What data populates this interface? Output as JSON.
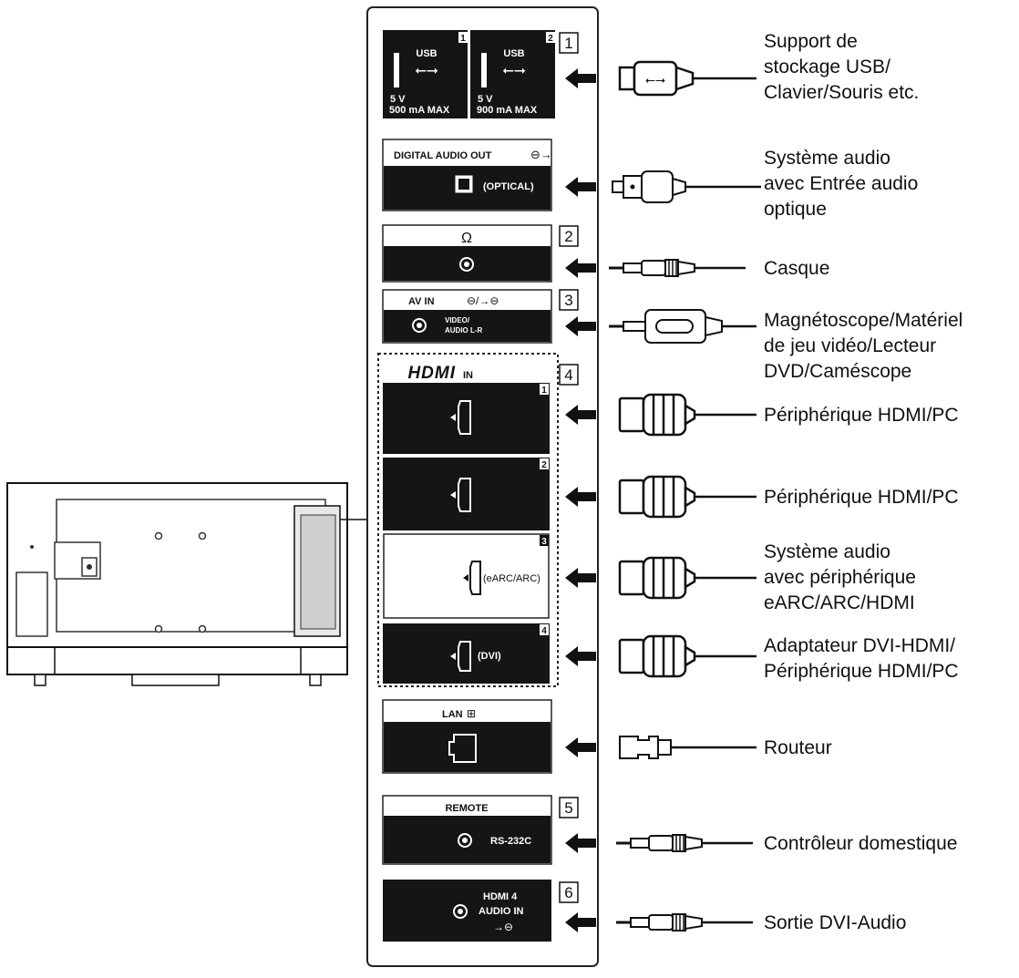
{
  "ports": {
    "usb1": {
      "label": "USB",
      "num": "1",
      "volt": "5 V",
      "amp": "500 mA MAX"
    },
    "usb2": {
      "label": "USB",
      "num": "2",
      "volt": "5 V",
      "amp": "900 mA MAX"
    },
    "digital_audio_out": {
      "label": "DIGITAL AUDIO OUT",
      "sub": "(OPTICAL)"
    },
    "av_in": {
      "label": "AV IN",
      "sub1": "VIDEO/",
      "sub2": "AUDIO L-R"
    },
    "hdmi": {
      "logo": "HDMI",
      "in": "IN",
      "p1": "1",
      "p2": "2",
      "p3": "3",
      "p3_label": "(eARC/ARC)",
      "p4": "4",
      "p4_label": "(DVI)"
    },
    "lan": {
      "label": "LAN"
    },
    "remote": {
      "label": "REMOTE",
      "sub": "RS-232C"
    },
    "hdmi4_audio": {
      "l1": "HDMI 4",
      "l2": "AUDIO IN"
    }
  },
  "markers": [
    "1",
    "2",
    "3",
    "4",
    "5",
    "6"
  ],
  "labels": {
    "usb": [
      "Support de",
      "stockage USB/",
      "Clavier/Souris etc."
    ],
    "optical": [
      "Système audio",
      "avec Entrée audio",
      "optique"
    ],
    "headphones": [
      "Casque"
    ],
    "av": [
      "Magnétoscope/Matériel",
      "de jeu vidéo/Lecteur",
      "DVD/Caméscope"
    ],
    "hdmi1": [
      "Périphérique HDMI/PC"
    ],
    "hdmi2": [
      "Périphérique HDMI/PC"
    ],
    "hdmi3": [
      "Système audio",
      "avec périphérique",
      "eARC/ARC/HDMI"
    ],
    "hdmi4": [
      "Adaptateur DVI-HDMI/",
      "Périphérique HDMI/PC"
    ],
    "lan": [
      "Routeur"
    ],
    "remote": [
      "Contrôleur domestique"
    ],
    "dvi_audio": [
      "Sortie DVI-Audio"
    ]
  }
}
